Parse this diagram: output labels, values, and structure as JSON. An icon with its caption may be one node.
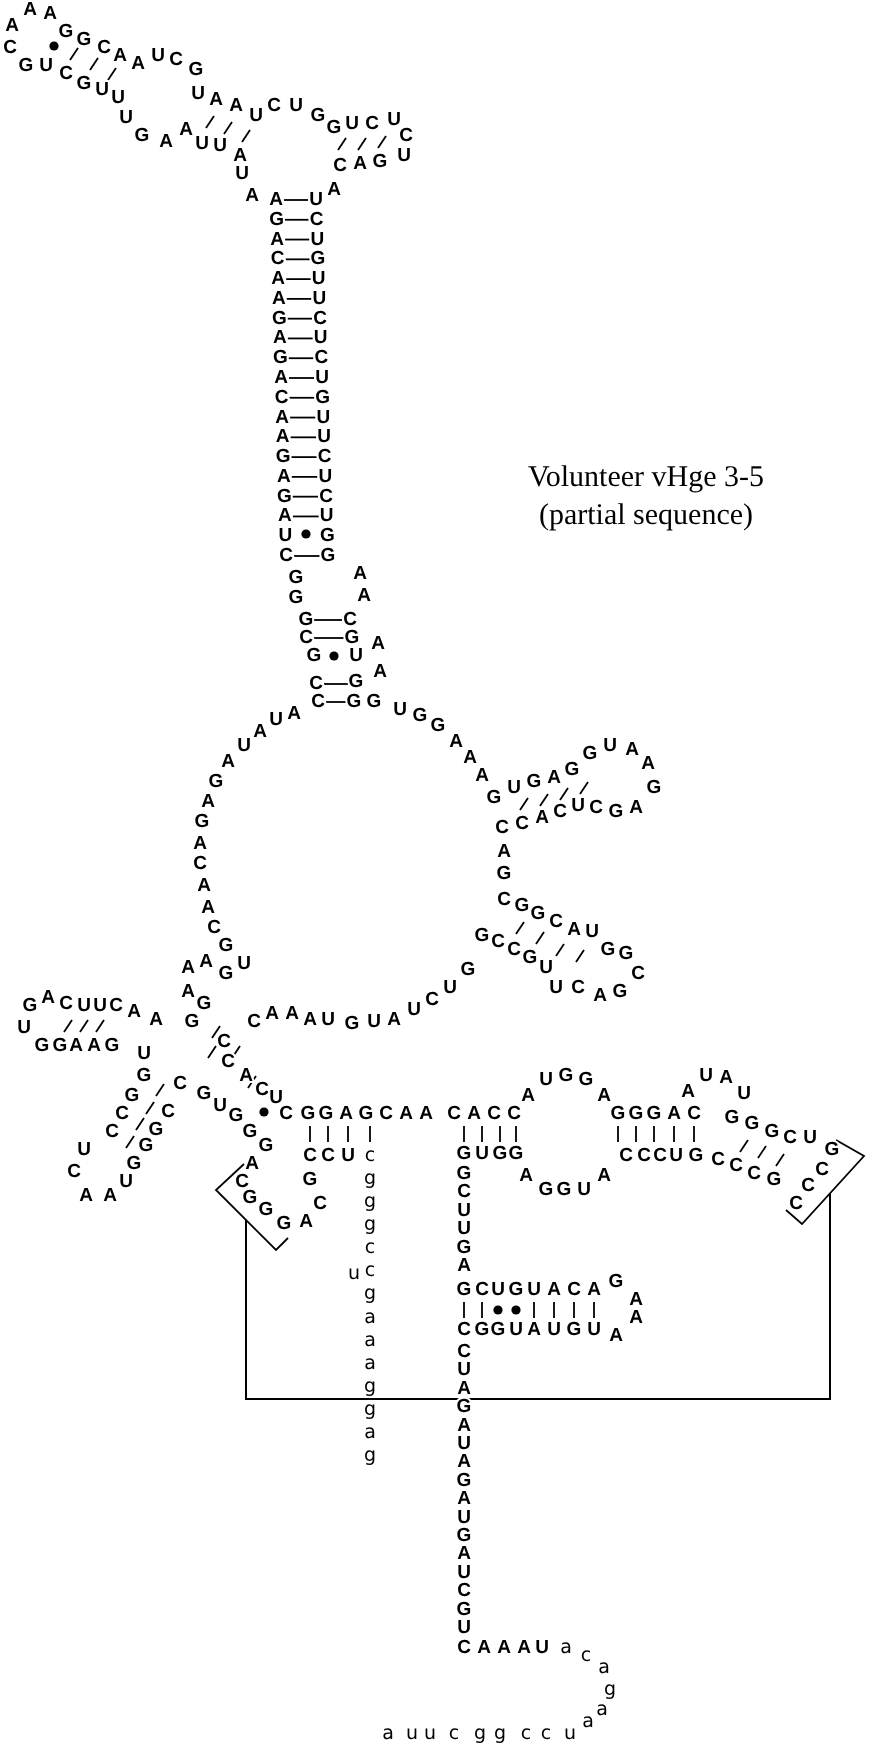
{
  "diagram": {
    "title": "Volunteer vHge 3-5 (partial sequence)",
    "nodes": [
      {
        "text": [
          "CGGG"
        ]
      },
      {
        "text": [
          "CCC"
        ]
      }
    ],
    "edges": [
      {
        "from": 0,
        "to": 1,
        "arrow": "none"
      }
    ],
    "labels": [
      "AAA",
      "GGCAAUCGUAAU",
      "AUAUUAAGUUUGCUGC",
      "CUGGUCUCUGACA",
      "AGACAAGAGACAAGAGAUC",
      "UCUGUUCUCUGUUCUCUGG",
      "GGGCGCC",
      "AACGUAGAG",
      "AUAUAGAGACAACG",
      "GUGGAAA",
      "GUGAGGUAAGAGCUCACC",
      "AG",
      "CGGCAUGGCGACUUGCCG",
      "AAGU",
      "CAAAUGUAUCUG",
      "GACUUCAA",
      "UGGAAGU",
      "AGGCCACU",
      "GGCCU",
      "CAAU",
      "CCGGG",
      "GUGGG",
      "CGGAGCAACACC",
      "AUGGA",
      "GGGAC",
      "AUAU",
      "GGGCUG",
      "A",
      "CCU",
      "GCA",
      "AGGUA",
      "GCCCGUCCC",
      "GUGG",
      "GCUUGA",
      "GCUGUACA",
      "GAA",
      "CGGUAUGUA",
      "cgggccgaaaggag",
      "u",
      "CUAGAUAGAUGAUCGU",
      "CAAAU",
      "acaga",
      "auucggccua"
    ]
  }
}
